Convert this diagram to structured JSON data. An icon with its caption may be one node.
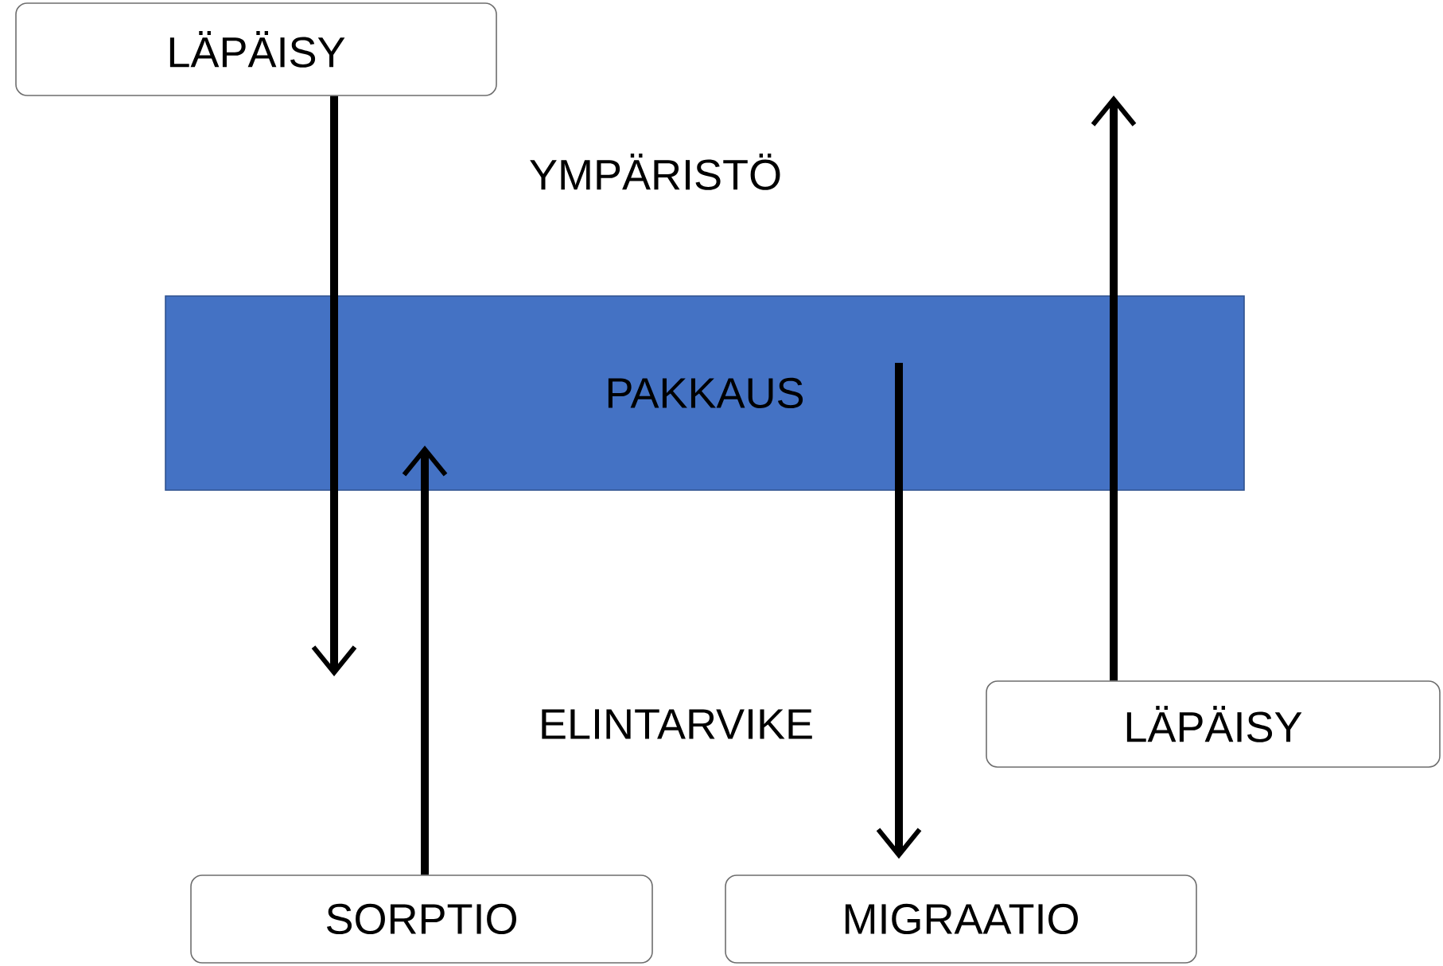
{
  "diagram": {
    "nodes": [
      {
        "text": [
          "LÄPÄISY"
        ]
      },
      {
        "text": [
          "PAKKAUS"
        ]
      },
      {
        "text": [
          "LÄPÄISY"
        ]
      },
      {
        "text": [
          "SORPTIO"
        ]
      },
      {
        "text": [
          "MIGRAATIO"
        ]
      }
    ],
    "edges": [
      {
        "from": 0,
        "to": null,
        "arrow": "to"
      },
      {
        "from": 3,
        "to": 1,
        "arrow": "to"
      },
      {
        "from": 1,
        "to": 4,
        "arrow": "to"
      },
      {
        "from": 2,
        "to": null,
        "arrow": "to"
      }
    ],
    "labels": [
      "YMPÄRISTÖ",
      "ELINTARVIKE"
    ]
  }
}
